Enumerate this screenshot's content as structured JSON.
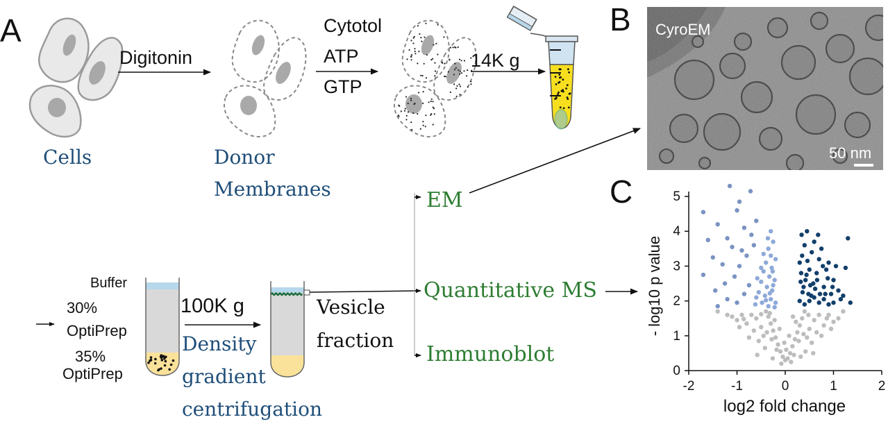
{
  "panels": {
    "a": "A",
    "b": "B",
    "c": "C"
  },
  "workflow": {
    "cells_label": "Cells",
    "digitonin_label": "Digitonin",
    "donor_label_line1": "Donor",
    "donor_label_line2": "Membranes",
    "cytosol_line1": "Cytotol",
    "cytosol_line2": "ATP",
    "cytosol_line3": "GTP",
    "spin_label": "14K g"
  },
  "gradient": {
    "buffer_label": "Buffer",
    "layer30_pct": "30%",
    "layer30_name": "OptiPrep",
    "layer35_pct": "35%",
    "layer35_name": "OptiPrep",
    "spin_label": "100K g",
    "method_line1": "Density",
    "method_line2": "gradient",
    "method_line3": "centrifugation",
    "fraction_line1": "Vesicle",
    "fraction_line2": "fraction"
  },
  "outputs": [
    "EM",
    "Quantitative MS",
    "Immunoblot"
  ],
  "micrograph": {
    "label": "CyroEM",
    "scale_label": "50 nm"
  },
  "colors": {
    "text_blue": "#1f4e79",
    "text_green": "#2e7d32",
    "tube_yellow": "#f7df1f",
    "pad_yellow": "#fbe29a",
    "buffer_blue": "#b7d7ea",
    "gradient_gray": "#d9d9d9",
    "down_light": "#8ea9d8",
    "down_dark": "#7a93c2",
    "up_dark": "#123f6b",
    "nonsig_gray": "#bdbdbd"
  },
  "chart_data": {
    "type": "scatter",
    "xlabel": "log2 fold change",
    "ylabel": "- log10 p value",
    "xlim": [
      -2,
      2
    ],
    "ylim": [
      0,
      5.3
    ],
    "xticks": [
      -2,
      -1,
      0,
      1,
      2
    ],
    "yticks": [
      0,
      1,
      2,
      3,
      4,
      5
    ],
    "series": [
      {
        "points": [
          [
            -1.7,
            4.55
          ],
          [
            -1.15,
            5.3
          ],
          [
            -0.72,
            5.15
          ],
          [
            -0.95,
            4.85
          ],
          [
            -1.0,
            4.6
          ],
          [
            -1.4,
            4.2
          ],
          [
            -0.85,
            4.1
          ],
          [
            -0.6,
            4.3
          ],
          [
            -1.2,
            3.8
          ],
          [
            -1.6,
            3.75
          ],
          [
            -1.1,
            3.55
          ],
          [
            -0.9,
            3.45
          ],
          [
            -1.5,
            3.25
          ],
          [
            -1.3,
            3.05
          ],
          [
            -1.7,
            2.75
          ],
          [
            -0.7,
            3.9
          ],
          [
            -0.65,
            3.6
          ],
          [
            -0.8,
            3.3
          ],
          [
            -0.95,
            3.0
          ],
          [
            -1.05,
            2.7
          ],
          [
            -1.25,
            2.5
          ],
          [
            -1.45,
            2.3
          ],
          [
            -1.2,
            2.05
          ],
          [
            -0.85,
            2.2
          ],
          [
            -0.75,
            2.45
          ],
          [
            -1.0,
            1.95
          ],
          [
            -1.4,
            1.85
          ]
        ]
      },
      {
        "points": [
          [
            -0.3,
            4.0
          ],
          [
            -0.25,
            3.7
          ],
          [
            -0.35,
            3.5
          ],
          [
            -0.3,
            3.3
          ],
          [
            -0.4,
            3.1
          ],
          [
            -0.2,
            3.2
          ],
          [
            -0.28,
            2.95
          ],
          [
            -0.45,
            2.85
          ],
          [
            -0.33,
            2.7
          ],
          [
            -0.22,
            2.6
          ],
          [
            -0.5,
            2.55
          ],
          [
            -0.38,
            2.4
          ],
          [
            -0.27,
            2.3
          ],
          [
            -0.55,
            2.25
          ],
          [
            -0.42,
            2.15
          ],
          [
            -0.3,
            2.05
          ],
          [
            -0.2,
            1.95
          ],
          [
            -0.48,
            1.95
          ],
          [
            -0.6,
            2.1
          ],
          [
            -0.35,
            1.85
          ],
          [
            -0.25,
            2.45
          ],
          [
            -0.45,
            3.35
          ],
          [
            -0.36,
            3.8
          ],
          [
            -0.26,
            2.85
          ],
          [
            -0.5,
            2.95
          ],
          [
            -0.58,
            2.65
          ],
          [
            -0.32,
            2.22
          ],
          [
            -0.4,
            2.02
          ],
          [
            -0.22,
            1.82
          ],
          [
            -0.62,
            1.9
          ]
        ]
      },
      {
        "points": [
          [
            0.3,
            3.1
          ],
          [
            0.35,
            3.3
          ],
          [
            0.4,
            3.6
          ],
          [
            0.45,
            4.0
          ],
          [
            0.33,
            2.8
          ],
          [
            0.42,
            2.6
          ],
          [
            0.5,
            2.9
          ],
          [
            0.55,
            3.4
          ],
          [
            0.6,
            3.7
          ],
          [
            0.38,
            2.4
          ],
          [
            0.48,
            2.2
          ],
          [
            0.58,
            2.5
          ],
          [
            0.65,
            2.8
          ],
          [
            0.7,
            3.2
          ],
          [
            0.75,
            3.5
          ],
          [
            0.8,
            2.4
          ],
          [
            0.85,
            2.9
          ],
          [
            0.9,
            3.1
          ],
          [
            0.95,
            2.2
          ],
          [
            1.0,
            2.6
          ],
          [
            1.05,
            3.0
          ],
          [
            1.1,
            2.3
          ],
          [
            0.3,
            2.0
          ],
          [
            0.4,
            1.9
          ],
          [
            0.5,
            2.0
          ],
          [
            0.6,
            2.1
          ],
          [
            0.7,
            1.95
          ],
          [
            0.8,
            2.05
          ],
          [
            0.9,
            1.9
          ],
          [
            1.0,
            1.95
          ],
          [
            1.15,
            2.05
          ],
          [
            1.2,
            2.15
          ],
          [
            1.25,
            2.95
          ],
          [
            1.3,
            3.8
          ],
          [
            1.35,
            1.95
          ],
          [
            0.32,
            2.55
          ],
          [
            0.36,
            2.25
          ],
          [
            0.44,
            2.75
          ],
          [
            0.52,
            2.45
          ],
          [
            0.62,
            2.35
          ],
          [
            0.66,
            2.6
          ],
          [
            0.72,
            2.2
          ],
          [
            0.78,
            3.0
          ],
          [
            0.88,
            2.65
          ],
          [
            0.98,
            2.4
          ],
          [
            0.34,
            3.9
          ],
          [
            0.46,
            3.15
          ],
          [
            0.54,
            2.15
          ],
          [
            0.68,
            3.9
          ],
          [
            0.83,
            2.2
          ]
        ]
      },
      {
        "points": [
          [
            0.0,
            0.3
          ],
          [
            0.05,
            0.35
          ],
          [
            -0.05,
            0.4
          ],
          [
            0.1,
            0.5
          ],
          [
            -0.1,
            0.55
          ],
          [
            0.15,
            0.7
          ],
          [
            -0.15,
            0.75
          ],
          [
            0.2,
            0.9
          ],
          [
            -0.2,
            0.95
          ],
          [
            0.25,
            1.1
          ],
          [
            -0.25,
            1.15
          ],
          [
            0.3,
            1.3
          ],
          [
            -0.3,
            1.35
          ],
          [
            0.35,
            1.5
          ],
          [
            -0.35,
            1.55
          ],
          [
            0.4,
            1.7
          ],
          [
            -0.4,
            1.7
          ],
          [
            0.5,
            1.2
          ],
          [
            -0.5,
            1.25
          ],
          [
            0.6,
            1.45
          ],
          [
            -0.6,
            1.5
          ],
          [
            0.7,
            1.6
          ],
          [
            -0.7,
            1.6
          ],
          [
            0.8,
            1.3
          ],
          [
            -0.8,
            1.35
          ],
          [
            0.9,
            1.6
          ],
          [
            -0.9,
            1.6
          ],
          [
            1.0,
            1.4
          ],
          [
            -1.0,
            1.45
          ],
          [
            -1.2,
            1.6
          ],
          [
            1.2,
            1.7
          ],
          [
            -1.4,
            1.7
          ],
          [
            0.12,
            0.25
          ],
          [
            -0.08,
            0.2
          ],
          [
            0.18,
            0.45
          ],
          [
            -0.18,
            0.6
          ],
          [
            0.28,
            0.85
          ],
          [
            -0.28,
            0.9
          ],
          [
            0.38,
            1.05
          ],
          [
            -0.38,
            1.1
          ],
          [
            0.45,
            0.95
          ],
          [
            -0.45,
            1.0
          ],
          [
            0.55,
            0.8
          ],
          [
            -0.55,
            0.85
          ],
          [
            0.65,
            1.1
          ],
          [
            -0.65,
            1.15
          ],
          [
            0.22,
            1.4
          ],
          [
            -0.22,
            1.45
          ],
          [
            0.02,
            0.6
          ],
          [
            -0.02,
            0.8
          ],
          [
            0.08,
            1.0
          ],
          [
            -0.12,
            1.2
          ],
          [
            0.16,
            1.55
          ],
          [
            -0.32,
            1.65
          ],
          [
            0.75,
            1.0
          ],
          [
            -0.75,
            0.95
          ],
          [
            0.95,
            1.2
          ],
          [
            -0.95,
            1.25
          ],
          [
            1.1,
            1.5
          ],
          [
            -1.1,
            1.55
          ],
          [
            0.42,
            0.55
          ],
          [
            -0.42,
            0.65
          ],
          [
            0.58,
            0.5
          ],
          [
            -0.58,
            0.45
          ],
          [
            0.32,
            0.4
          ],
          [
            -0.26,
            0.35
          ],
          [
            0.48,
            1.6
          ],
          [
            -0.5,
            1.62
          ],
          [
            0.86,
            1.5
          ],
          [
            -0.86,
            1.48
          ]
        ]
      }
    ]
  }
}
